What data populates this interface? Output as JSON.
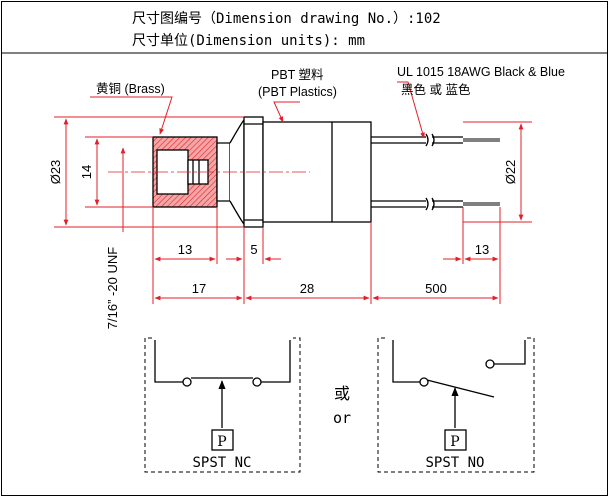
{
  "header": {
    "line1": "尺寸图编号（Dimension drawing No.）:102",
    "line2": "尺寸单位(Dimension units): mm"
  },
  "labels": {
    "brass": "黄铜 (Brass)",
    "pbt_cn": "PBT 塑料",
    "pbt_en": "(PBT Plastics)",
    "wire_en": "UL 1015 18AWG Black & Blue",
    "wire_cn": "黑色 或 蓝色",
    "thread": "7/16”  -20 UNF",
    "or_cn": "或",
    "or_en": "or"
  },
  "dimensions": {
    "d_outer": "Ø23",
    "d_inner": "14",
    "d_body": "Ø22",
    "brass_len": "13",
    "flange": "5",
    "wire_strip": "13",
    "total_front": "17",
    "body_len": "28",
    "wire_len": "500"
  },
  "switches": {
    "nc": {
      "label": "SPST NC",
      "actuator": "P"
    },
    "no": {
      "label": "SPST NO",
      "actuator": "P"
    }
  },
  "colors": {
    "line": "#000000",
    "dimension": "#e0202a",
    "brass_fill": "#f2a0a0"
  }
}
